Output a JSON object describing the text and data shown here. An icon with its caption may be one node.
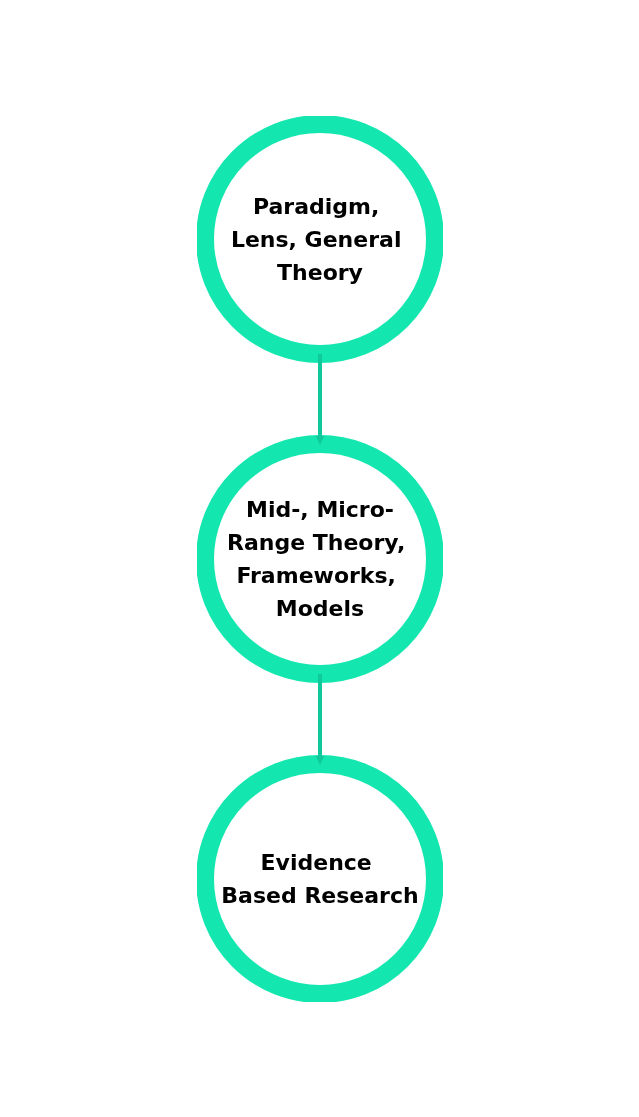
{
  "diagram": {
    "nodes": [
      {
        "text": [
          "Paradigm, Lens, General Theory"
        ]
      },
      {
        "text": [
          "Mid-, Micro-Range Theory, Frameworks, Models"
        ]
      },
      {
        "text": [
          "Evidence Based Research"
        ]
      }
    ],
    "edges": [
      {
        "from": 0,
        "to": 1,
        "arrow": "to"
      },
      {
        "from": 1,
        "to": 2,
        "arrow": "to"
      }
    ]
  }
}
